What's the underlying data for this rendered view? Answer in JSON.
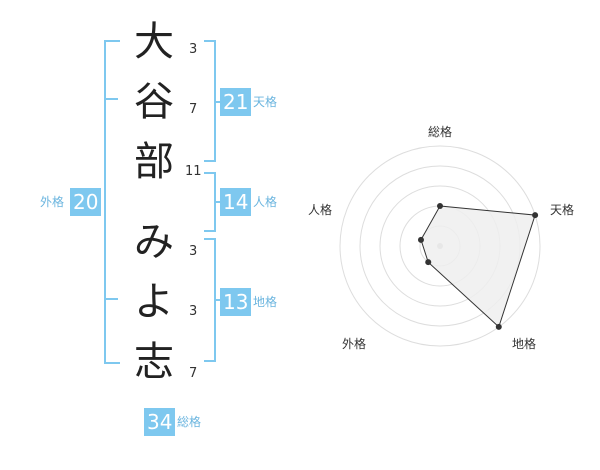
{
  "name_chars": [
    {
      "char": "大",
      "strokes": "3"
    },
    {
      "char": "谷",
      "strokes": "7"
    },
    {
      "char": "部",
      "strokes": "11"
    },
    {
      "char": "み",
      "strokes": "3"
    },
    {
      "char": "よ",
      "strokes": "3"
    },
    {
      "char": "志",
      "strokes": "7"
    }
  ],
  "kakusu": {
    "tenkaku": {
      "value": "21",
      "label": "天格"
    },
    "jinkaku": {
      "value": "14",
      "label": "人格"
    },
    "chikaku": {
      "value": "13",
      "label": "地格"
    },
    "gaikaku": {
      "value": "20",
      "label": "外格"
    },
    "soukaku": {
      "value": "34",
      "label": "総格"
    }
  },
  "radar": {
    "axes": [
      "総格",
      "天格",
      "地格",
      "外格",
      "人格"
    ],
    "max": 5,
    "values": [
      2,
      5,
      5,
      1,
      1
    ],
    "fill_color": "#efefef",
    "line_color": "#333333",
    "grid_color": "#dddddd"
  },
  "colors": {
    "accent": "#7ec8ef"
  }
}
